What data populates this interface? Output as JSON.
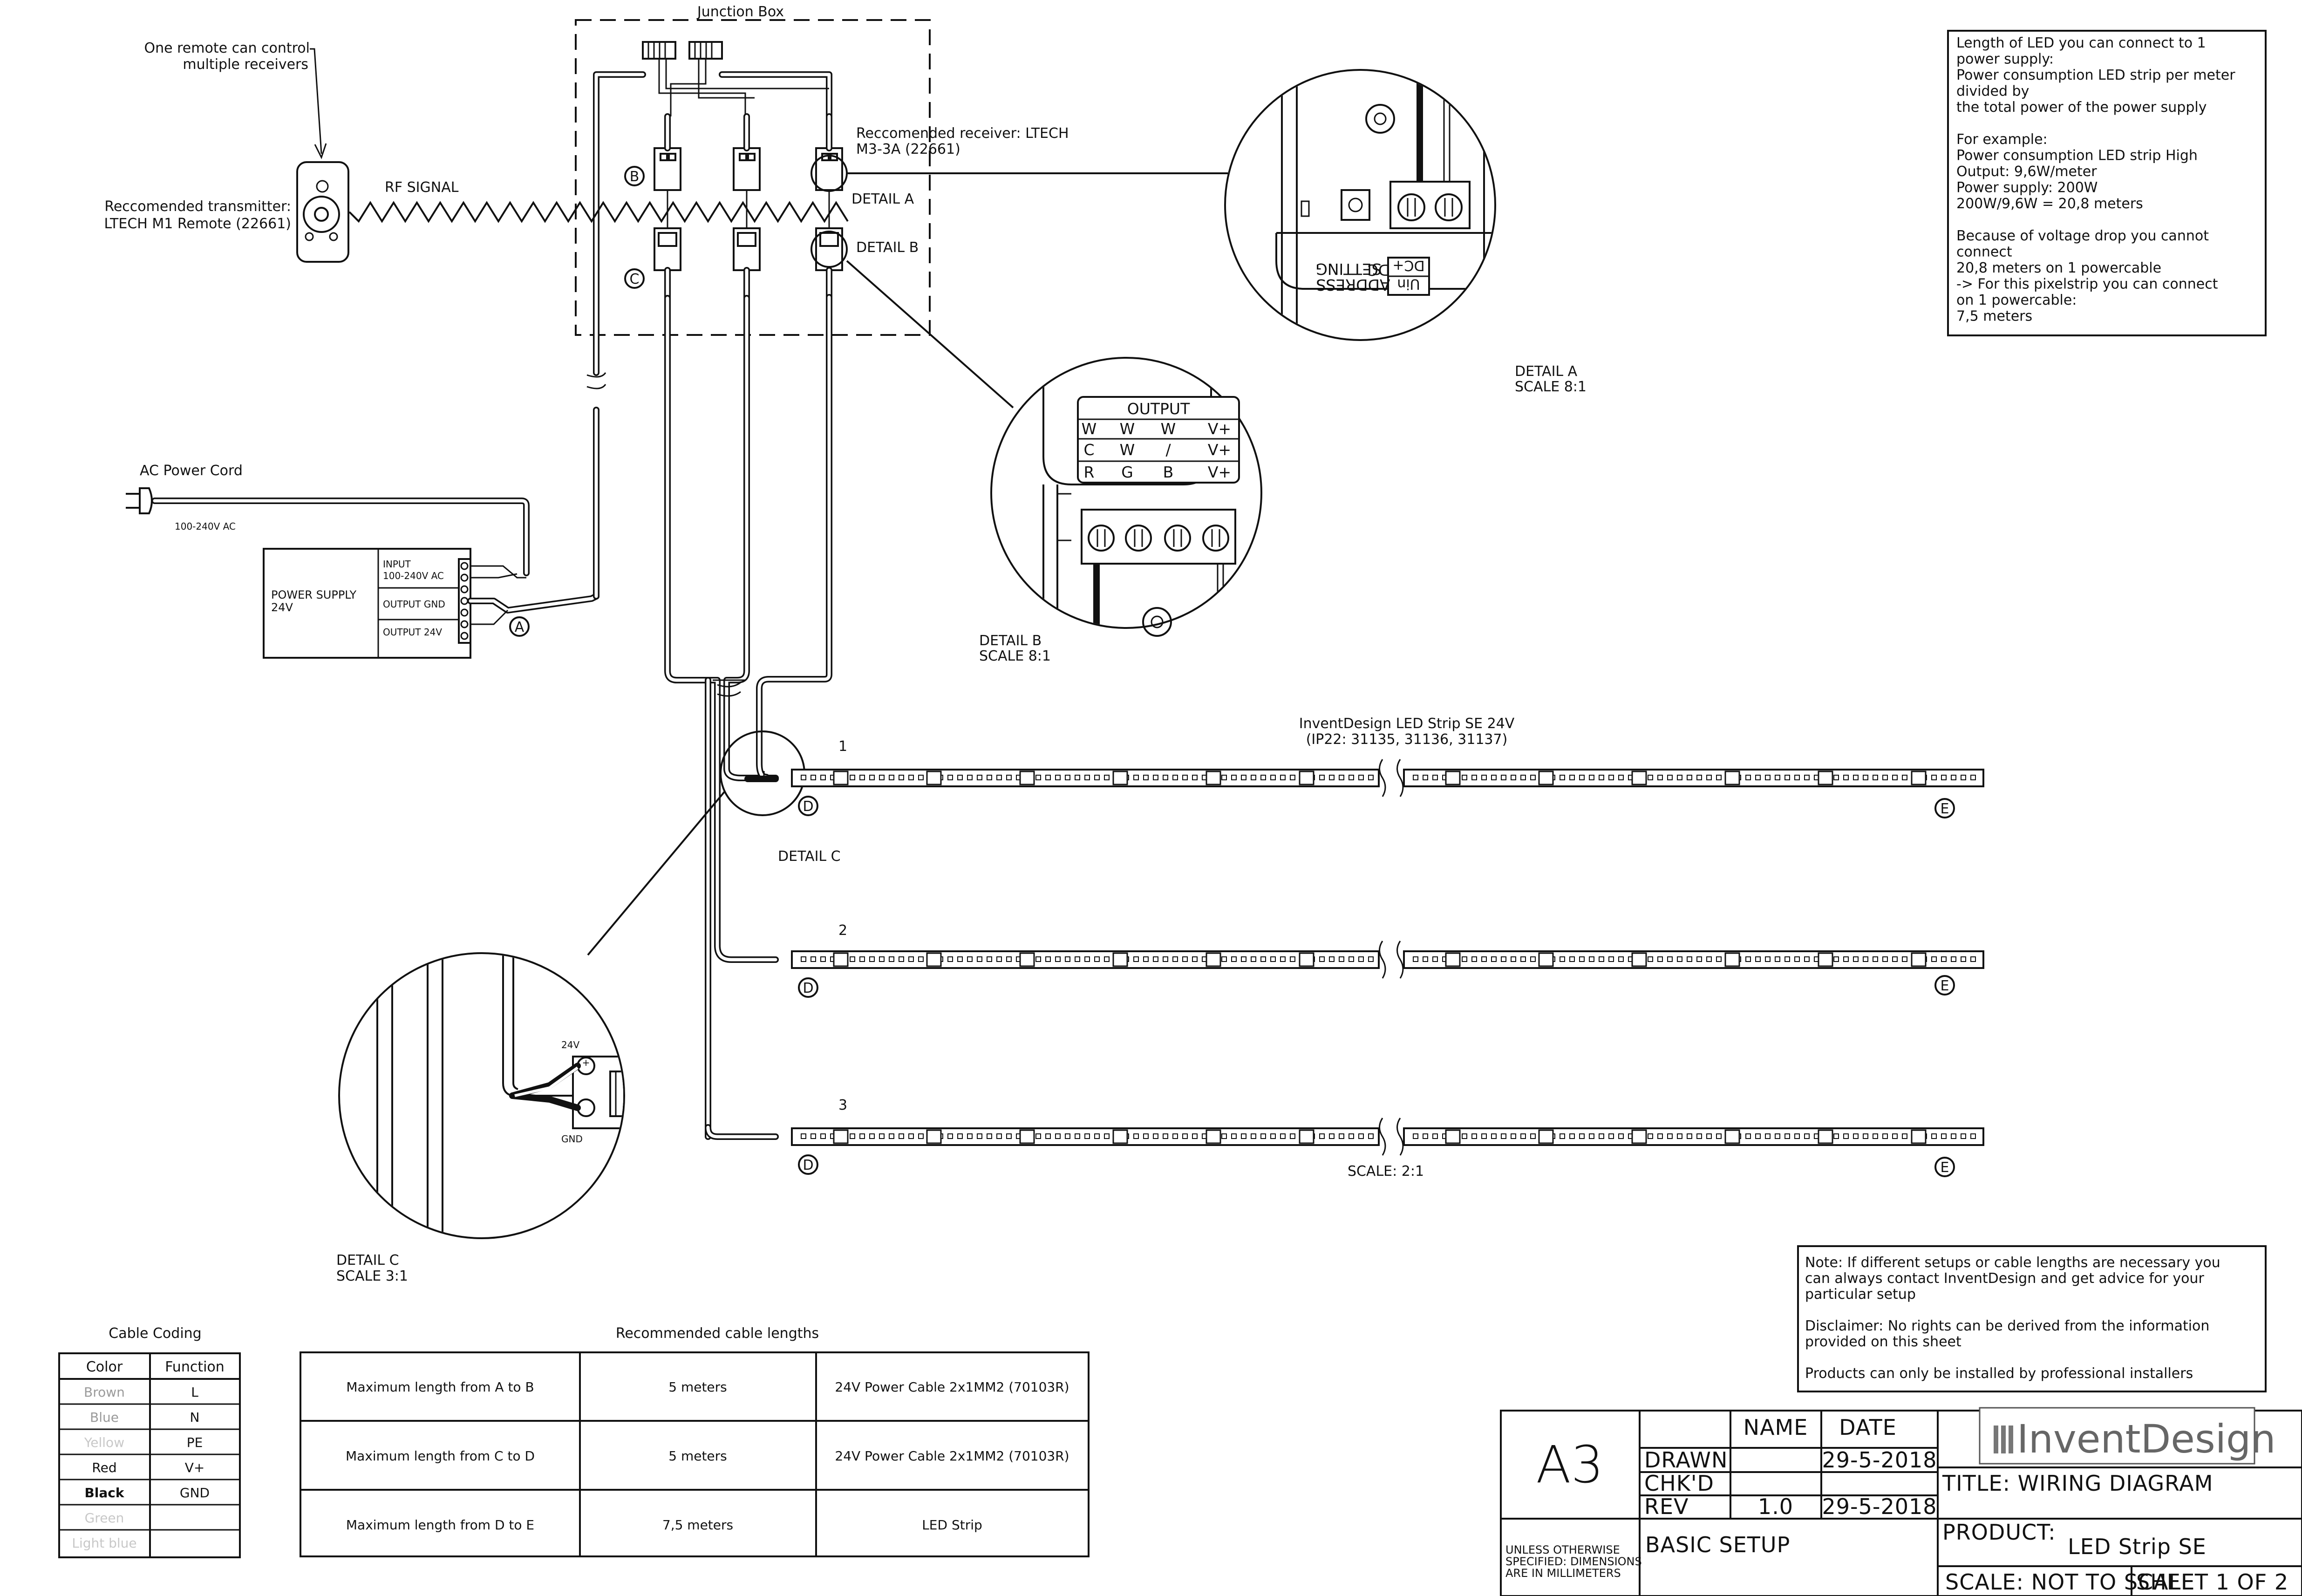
{
  "junction_box": {
    "title": "Junction Box"
  },
  "remote": {
    "note_line1": "One remote can control",
    "note_line2": "multiple receivers",
    "label_line1": "Reccomended transmitter:",
    "label_line2": "LTECH M1 Remote (22661)",
    "rf_signal": "RF SIGNAL"
  },
  "receiver": {
    "label_line1": "Reccomended receiver: LTECH",
    "label_line2": "M3-3A (22661)",
    "detail_a_ref": "DETAIL A",
    "detail_b_ref": "DETAIL B",
    "marker_b": "B",
    "marker_c": "C"
  },
  "detail_a": {
    "title": "DETAIL A",
    "scale": "SCALE 8:1",
    "address_label": "ADDRESS",
    "setting_label": "SETTING",
    "dc_label": "DC",
    "dcplus_label": "DC+",
    "uin_label": "Uin"
  },
  "detail_b": {
    "title": "DETAIL B",
    "scale": "SCALE 8:1",
    "output_header": "OUTPUT",
    "rows": [
      [
        "W",
        "W",
        "W",
        "V+"
      ],
      [
        "C",
        "W",
        "/",
        "V+"
      ],
      [
        "R",
        "G",
        "B",
        "V+"
      ]
    ]
  },
  "power": {
    "ac_cord": "AC Power Cord",
    "voltage": "100-240V AC",
    "psu_line1": "POWER SUPPLY",
    "psu_line2": "24V",
    "input_line1": "INPUT",
    "input_line2": "100-240V AC",
    "output_gnd": "OUTPUT GND",
    "output_24v": "OUTPUT 24V",
    "marker_a": "A"
  },
  "strip": {
    "title_line1": "InventDesign LED Strip SE 24V",
    "title_line2": "(IP22: 31135, 31136, 31137)",
    "strip_numbers": [
      "1",
      "2",
      "3"
    ],
    "marker_d": "D",
    "marker_e": "E",
    "scale": "SCALE: 2:1",
    "detail_c_ref": "DETAIL C"
  },
  "detail_c": {
    "title": "DETAIL C",
    "scale": "SCALE 3:1",
    "v24": "24V",
    "gnd": "GND"
  },
  "length_note": {
    "lines": [
      "Length of LED you can connect to 1",
      "power supply:",
      "Power consumption LED strip per meter",
      "divided by",
      "the total power of the power supply",
      "",
      "For example:",
      "Power consumption LED strip High",
      "Output:  9,6W/meter",
      "Power supply:  200W",
      "200W/9,6W = 20,8 meters",
      "",
      "Because of voltage drop you cannot",
      "connect",
      "20,8 meters on 1 powercable",
      "-> For this pixelstrip you can connect",
      "     on 1 powercable:",
      "     7,5 meters"
    ]
  },
  "notes": {
    "lines": [
      "Note: If different setups or cable lengths are necessary you",
      "can always contact InventDesign and get advice for your",
      "particular setup",
      "",
      "Disclaimer: No rights can be derived from the information",
      "provided on this sheet",
      "",
      "Products can only be installed by professional installers"
    ]
  },
  "cable_coding": {
    "title": "Cable Coding",
    "headers": [
      "Color",
      "Function"
    ],
    "rows": [
      {
        "color": "Brown",
        "function": "L"
      },
      {
        "color": "Blue",
        "function": "N"
      },
      {
        "color": "Yellow",
        "function": "PE"
      },
      {
        "color": "Red",
        "function": "V+"
      },
      {
        "color": "Black",
        "function": "GND"
      },
      {
        "color": "Green",
        "function": ""
      },
      {
        "color": "Light blue",
        "function": ""
      }
    ]
  },
  "cable_lengths": {
    "title": "Recommended cable lengths",
    "rows": [
      {
        "span": "Maximum length from A to B",
        "length": "5 meters",
        "cable": "24V Power Cable 2x1MM2   (70103R)"
      },
      {
        "span": "Maximum length from C to D",
        "length": "5 meters",
        "cable": "24V Power Cable 2x1MM2   (70103R)"
      },
      {
        "span": "Maximum length from D to E",
        "length": "7,5 meters",
        "cable": "LED Strip"
      }
    ]
  },
  "title_block": {
    "size": "A3",
    "name_header": "NAME",
    "date_header": "DATE",
    "drawn": "DRAWN",
    "drawn_date": "29-5-2018",
    "checked": "CHK'D",
    "rev": "REV",
    "rev_value": "1.0",
    "rev_date": "29-5-2018",
    "units_line1": "UNLESS OTHERWISE",
    "units_line2": "SPECIFIED: DIMENSIONS",
    "units_line3": "ARE IN MILLIMETERS",
    "setup": "BASIC SETUP",
    "brand": "InventDesign",
    "title": "TITLE:  WIRING DIAGRAM",
    "product_label": "PRODUCT:",
    "product": "LED Strip SE",
    "scale": "SCALE:  NOT TO SCALE",
    "sheet": "SHEET 1 OF 2"
  }
}
